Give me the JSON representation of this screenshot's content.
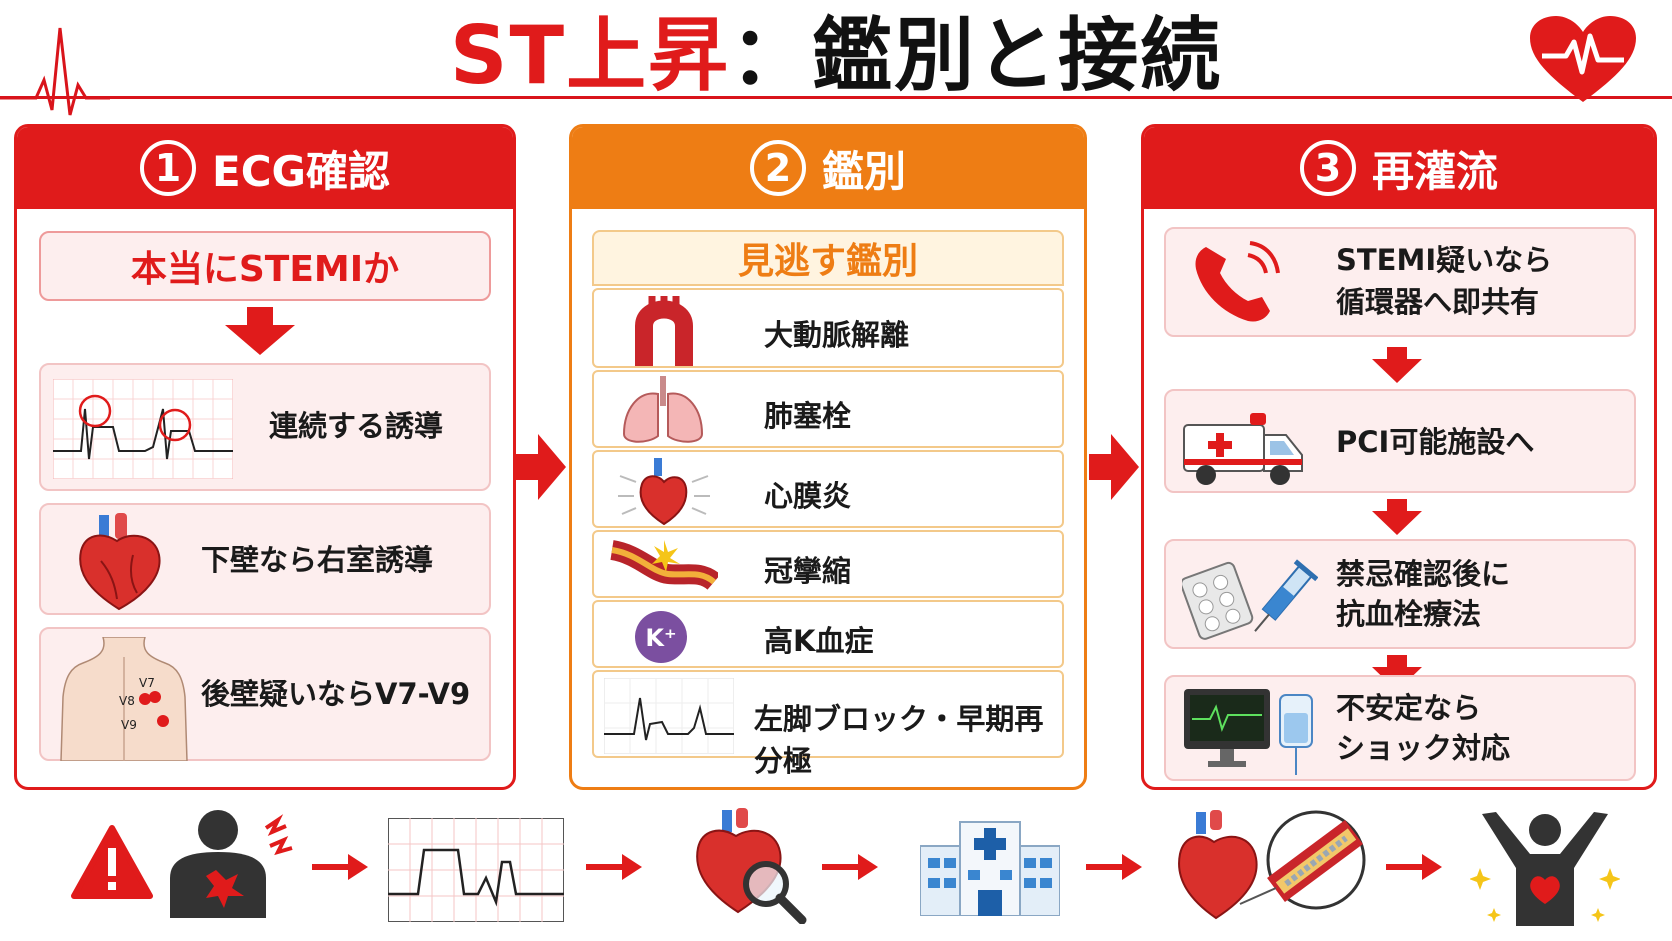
{
  "title": {
    "part1": "ST上昇",
    "part2": "：鑑別と接続"
  },
  "panels": [
    {
      "number": "1",
      "heading": "ECG確認",
      "subheading": "本当にSTEMIか",
      "items": [
        {
          "label": "連続する誘導"
        },
        {
          "label": "下壁なら右室誘導"
        },
        {
          "label": "後壁疑いならV7-V9",
          "lead_labels": [
            "V7",
            "V8",
            "V9"
          ]
        }
      ]
    },
    {
      "number": "2",
      "heading": "鑑別",
      "subheading": "見逃す鑑別",
      "items": [
        {
          "label": "大動脈解離"
        },
        {
          "label": "肺塞栓"
        },
        {
          "label": "心膜炎"
        },
        {
          "label": "冠攣縮"
        },
        {
          "label": "高K血症",
          "icon_text": "K⁺"
        },
        {
          "label": "左脚ブロック・早期再分極"
        }
      ]
    },
    {
      "number": "3",
      "heading": "再灌流",
      "items": [
        {
          "line1": "STEMI疑いなら",
          "line2": "循環器へ即共有"
        },
        {
          "line1": "PCI可能施設へ",
          "line2": ""
        },
        {
          "line1": "禁忌確認後に",
          "line2": "抗血栓療法"
        },
        {
          "line1": "不安定なら",
          "line2": "ショック対応"
        }
      ]
    }
  ],
  "colors": {
    "red": "#e01b1b",
    "orange": "#ee7d14",
    "pink_bg": "#fdeeee"
  },
  "bottom_flow_icons": [
    "warning-icon",
    "chest-pain-person-icon",
    "ecg-strip-icon",
    "heart-magnifier-icon",
    "hospital-icon",
    "heart-stent-icon",
    "recovered-person-icon"
  ]
}
